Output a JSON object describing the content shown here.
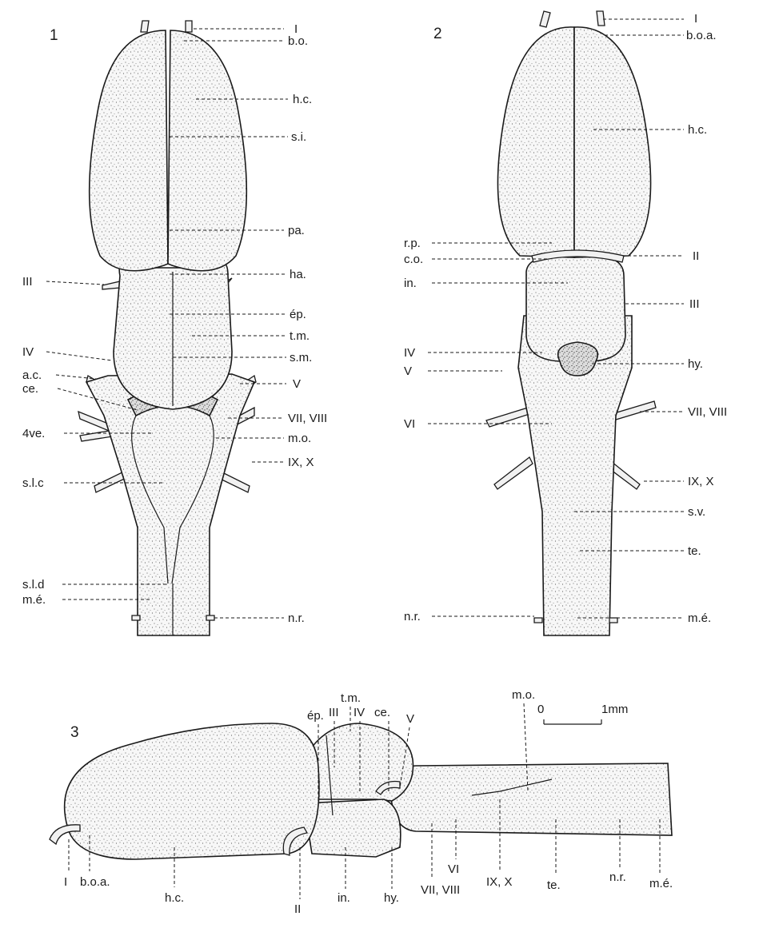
{
  "figures": {
    "fig1": {
      "number": "1",
      "labels_right": [
        "I",
        "b.o.",
        "h.c.",
        "s.i.",
        "pa.",
        "ha.",
        "ép.",
        "t.m.",
        "s.m.",
        "V",
        "VII, VIII",
        "m.o.",
        "IX, X",
        "n.r."
      ],
      "labels_left": [
        "III",
        "IV",
        "a.c.",
        "ce.",
        "4ve.",
        "s.l.c",
        "s.l.d",
        "m.é."
      ]
    },
    "fig2": {
      "number": "2",
      "labels_right": [
        "I",
        "b.o.a.",
        "h.c.",
        "II",
        "III",
        "hy.",
        "VII, VIII",
        "IX, X",
        "s.v.",
        "te.",
        "m.é."
      ],
      "labels_left": [
        "r.p.",
        "c.o.",
        "in.",
        "IV",
        "V",
        "VI",
        "n.r."
      ]
    },
    "fig3": {
      "number": "3",
      "labels_top": [
        "t.m.",
        "ép.",
        "III",
        "IV",
        "ce.",
        "V",
        "m.o."
      ],
      "labels_bottom": [
        "I",
        "b.o.a.",
        "h.c.",
        "II",
        "in.",
        "hy.",
        "VI",
        "VII, VIII",
        "IX, X",
        "te.",
        "n.r.",
        "m.é."
      ]
    }
  },
  "scale_bar": {
    "start": "0",
    "end": "1mm"
  },
  "colors": {
    "ink": "#1a1a1a",
    "paper": "#ffffff",
    "stipple": "#2a2a2a"
  }
}
